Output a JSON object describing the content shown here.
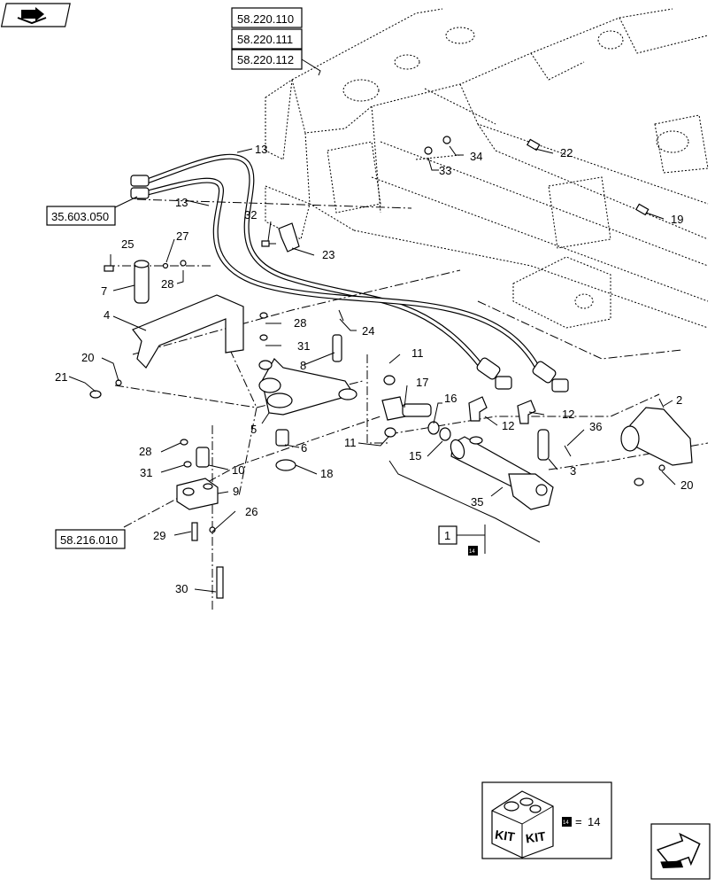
{
  "ref_boxes": {
    "r1": "58.220.110",
    "r2": "58.220.111",
    "r3": "58.220.112",
    "r4": "35.603.050",
    "r5": "58.216.010"
  },
  "part_labels": {
    "p13a": "13",
    "p13b": "13",
    "p32": "32",
    "p23": "23",
    "p33": "33",
    "p34": "34",
    "p22": "22",
    "p19": "19",
    "p25": "25",
    "p27": "27",
    "p7": "7",
    "p28a": "28",
    "p4": "4",
    "p28b": "28",
    "p31a": "31",
    "p24": "24",
    "p8": "8",
    "p20a": "20",
    "p21": "21",
    "p11a": "11",
    "p17": "17",
    "p16": "16",
    "p12a": "12",
    "p12b": "12",
    "p2": "2",
    "p5": "5",
    "p6": "6",
    "p11b": "11",
    "p15": "15",
    "p36": "36",
    "p3": "3",
    "p20b": "20",
    "p28c": "28",
    "p10": "10",
    "p31b": "31",
    "p18": "18",
    "p9": "9",
    "p35": "35",
    "p26": "26",
    "p29": "29",
    "p30": "30",
    "p1": "1"
  },
  "kit": {
    "word1": "KIT",
    "word2": "KIT",
    "equals": "=",
    "count": "14",
    "badge": "14"
  },
  "icons": {
    "top_left": "book-arrow-icon",
    "bottom_right": "next-page-arrow-icon"
  }
}
